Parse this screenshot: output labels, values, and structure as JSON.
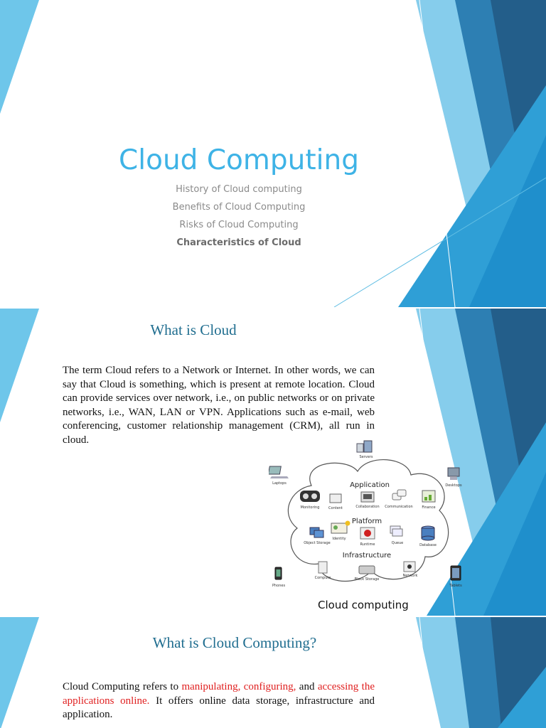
{
  "slide1": {
    "title": "Cloud Computing",
    "subtitles": [
      "History of Cloud computing",
      "Benefits of Cloud Computing",
      "Risks of Cloud Computing",
      "Characteristics of Cloud"
    ]
  },
  "slide2": {
    "heading": "What is Cloud",
    "paragraph": "The term Cloud refers to a Network or Internet. In other words, we can say that Cloud is something, which is present at remote location. Cloud can provide services over network, i.e., on public networks or on private networks, i.e., WAN, LAN or VPN. Applications such as e-mail, web conferencing, customer relationship management (CRM), all run in cloud.",
    "diagram": {
      "caption": "Cloud computing",
      "layers": [
        "Application",
        "Platform",
        "Infrastructure"
      ],
      "devices": [
        "Servers",
        "Laptops",
        "Desktops",
        "Phones",
        "Tablets"
      ],
      "components": [
        "Monitoring",
        "Content",
        "Collaboration",
        "Communication",
        "Finance",
        "Identity",
        "Object Storage",
        "Runtime",
        "Queue",
        "Database",
        "Compute",
        "Block Storage",
        "Network"
      ]
    }
  },
  "slide3": {
    "heading": "What is Cloud Computing?",
    "p_start": "Cloud Computing refers to",
    "p_red1": "manipulating, configuring,",
    "p_and": "and",
    "p_red2": "accessing the applications online.",
    "p_end": "It offers online data storage, infrastructure and application."
  },
  "colors": {
    "title": "#3eb3e6",
    "heading": "#1f6d8f",
    "highlight": "#e02020",
    "dark_blue": "#235e8a",
    "mid_blue": "#2f8fc4",
    "light_blue": "#5fbde3"
  }
}
